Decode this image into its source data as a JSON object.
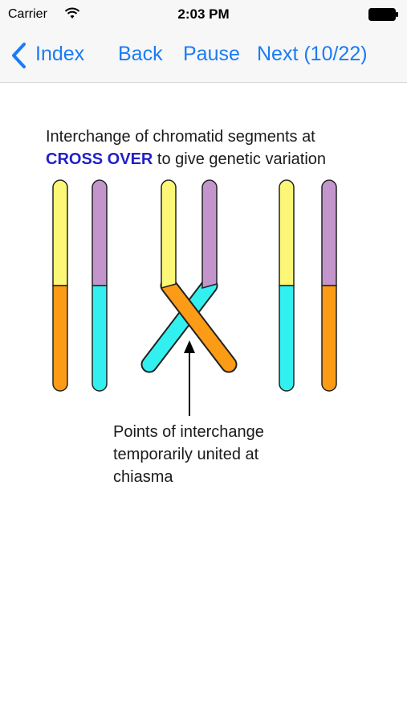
{
  "status_bar": {
    "carrier": "Carrier",
    "time": "2:03 PM",
    "wifi_icon": "wifi-icon",
    "battery_icon": "battery-icon"
  },
  "nav": {
    "index_label": "Index",
    "back_label": "Back",
    "pause_label": "Pause",
    "next_label": "Next (10/22)",
    "chevron_icon": "chevron-left-icon",
    "tint_color": "#1a7cf5"
  },
  "slide": {
    "caption_line1": "Interchange of chromatid segments at",
    "caption_emphasis": "CROSS OVER",
    "caption_rest": " to give genetic variation",
    "note_lines": [
      "Points of interchange",
      "temporarily united at",
      "chiasma"
    ],
    "colors": {
      "yellow": "#fdf777",
      "orange": "#fb9b16",
      "purple": "#c495cc",
      "cyan": "#33f0f0",
      "emphasis": "#2121c8"
    }
  }
}
